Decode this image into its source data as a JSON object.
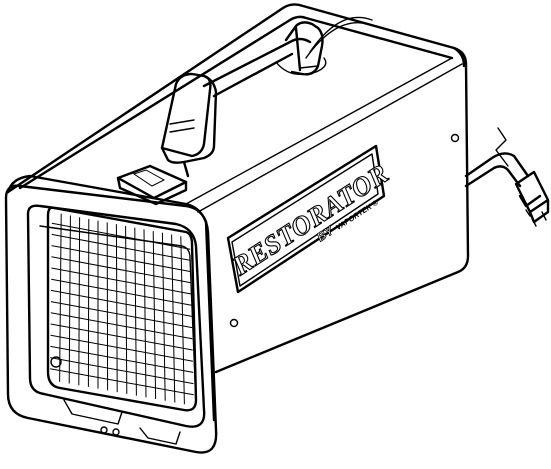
{
  "label": {
    "brand": "RESTORATOR",
    "by": "BY",
    "maker": "VAPORTEK ®"
  }
}
